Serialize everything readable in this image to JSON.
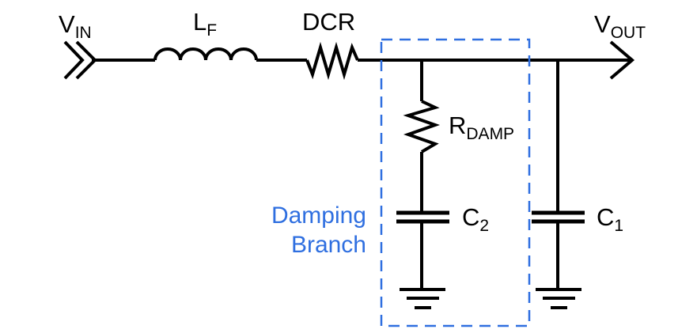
{
  "labels": {
    "vin": {
      "main": "V",
      "sub": "IN"
    },
    "lf": {
      "main": "L",
      "sub": "F"
    },
    "dcr": "DCR",
    "vout": {
      "main": "V",
      "sub": "OUT"
    },
    "rdamp": {
      "main": "R",
      "sub": "DAMP"
    },
    "c2": {
      "main": "C",
      "sub": "2"
    },
    "c1": {
      "main": "C",
      "sub": "1"
    },
    "damping_branch": [
      "Damping",
      "Branch"
    ]
  },
  "colors": {
    "wire": "#000000",
    "damping_box": "#2f6fe0"
  }
}
